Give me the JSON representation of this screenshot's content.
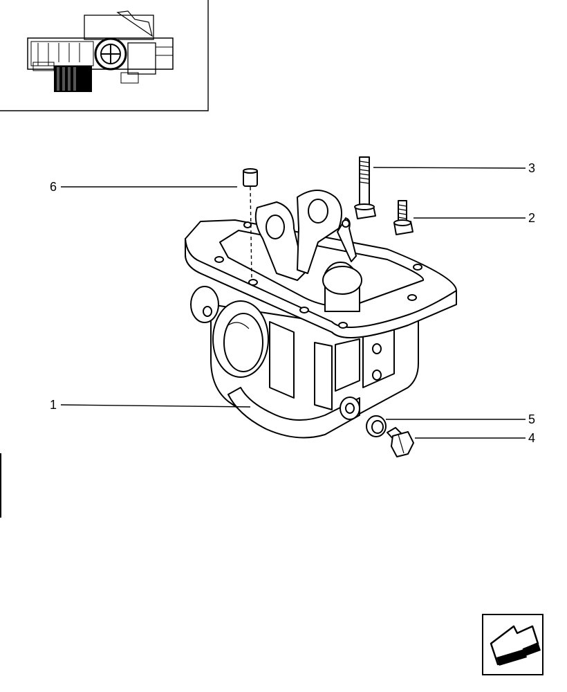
{
  "diagram": {
    "callouts": [
      {
        "id": "1",
        "label": "1"
      },
      {
        "id": "2",
        "label": "2"
      },
      {
        "id": "3",
        "label": "3"
      },
      {
        "id": "4",
        "label": "4"
      },
      {
        "id": "5",
        "label": "5"
      },
      {
        "id": "6",
        "label": "6"
      }
    ]
  },
  "icons": {
    "nav_arrow": "arrow-down-left-icon",
    "thumbnail": "assembly-thumbnail-icon"
  },
  "colors": {
    "ink": "#000000",
    "paper": "#ffffff"
  }
}
